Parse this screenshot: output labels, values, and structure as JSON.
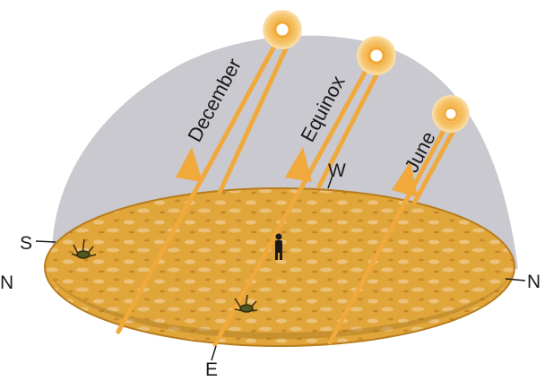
{
  "diagram": {
    "paths": [
      {
        "label": "December"
      },
      {
        "label": "Equinox"
      },
      {
        "label": "June"
      }
    ],
    "directions": {
      "south": "S",
      "west": "W",
      "east": "E",
      "north_right": "N",
      "north_left": "N"
    },
    "colors": {
      "sky_dome": "#c9c9cf",
      "ground": "#e3ac3a",
      "ground_edge": "#b87c1c",
      "sun_path": "#f0a93a",
      "sun_core": "#ffffff",
      "text": "#1a1a1a"
    }
  }
}
